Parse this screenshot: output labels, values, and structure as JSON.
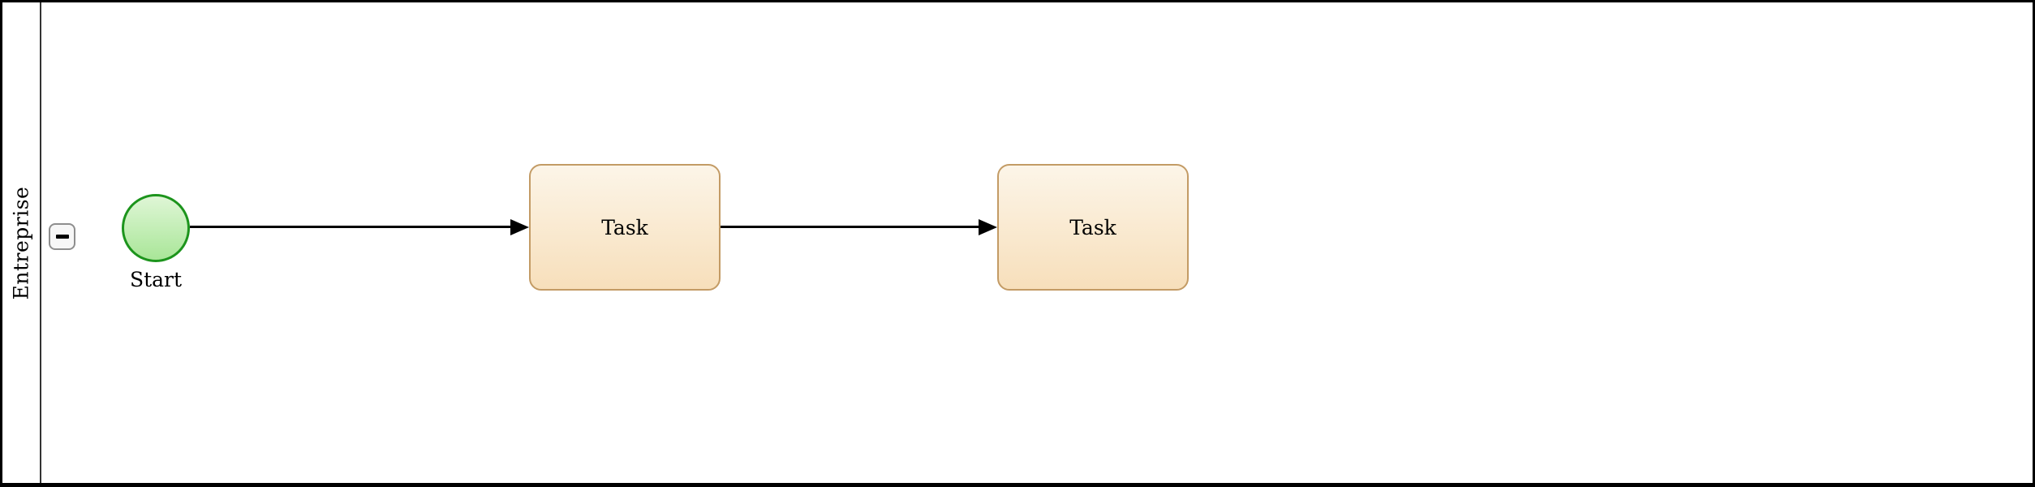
{
  "diagram": {
    "type": "bpmn-process",
    "lane": {
      "label": "Entreprise",
      "collapse_button_symbol": "−",
      "collapse_state": "expanded"
    },
    "nodes": {
      "start_event": {
        "label": "Start",
        "shape": "circle"
      },
      "task_1": {
        "label": "Task",
        "shape": "rounded-rectangle"
      },
      "task_2": {
        "label": "Task",
        "shape": "rounded-rectangle"
      }
    },
    "connectors": [
      {
        "from": "start_event",
        "to": "task_1",
        "style": "solid-arrow"
      },
      {
        "from": "task_1",
        "to": "task_2",
        "style": "solid-arrow"
      }
    ]
  },
  "colors": {
    "pool_border": "#000000",
    "connector": "#000000",
    "event_stroke": "#1C941C",
    "event_fill_top": "#DFF6D6",
    "event_fill_bottom": "#A9E698",
    "task_stroke": "#C39B65",
    "task_fill_top": "#FCF5E8",
    "task_fill_bottom": "#F7DFBB"
  }
}
